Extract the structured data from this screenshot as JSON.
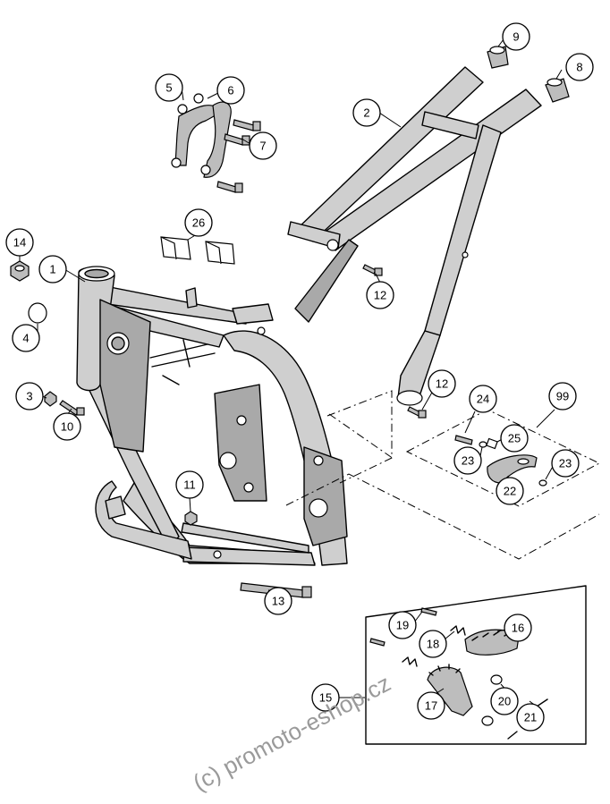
{
  "callouts": {
    "c1": "1",
    "c2": "2",
    "c3": "3",
    "c4": "4",
    "c5": "5",
    "c6": "6",
    "c7": "7",
    "c8": "8",
    "c9": "9",
    "c10": "10",
    "c11": "11",
    "c12a": "12",
    "c12b": "12",
    "c13": "13",
    "c14": "14",
    "c15": "15",
    "c16": "16",
    "c17": "17",
    "c18": "18",
    "c19": "19",
    "c20": "20",
    "c21": "21",
    "c22": "22",
    "c23a": "23",
    "c23b": "23",
    "c24": "24",
    "c25": "25",
    "c26": "26",
    "c99": "99"
  },
  "watermark": "(c) promoto-eshop.cz",
  "colors": {
    "line": "#000000",
    "fill": "#cfcfcf",
    "shade": "#a9a9a9",
    "watermark": "#9a9a9a"
  }
}
